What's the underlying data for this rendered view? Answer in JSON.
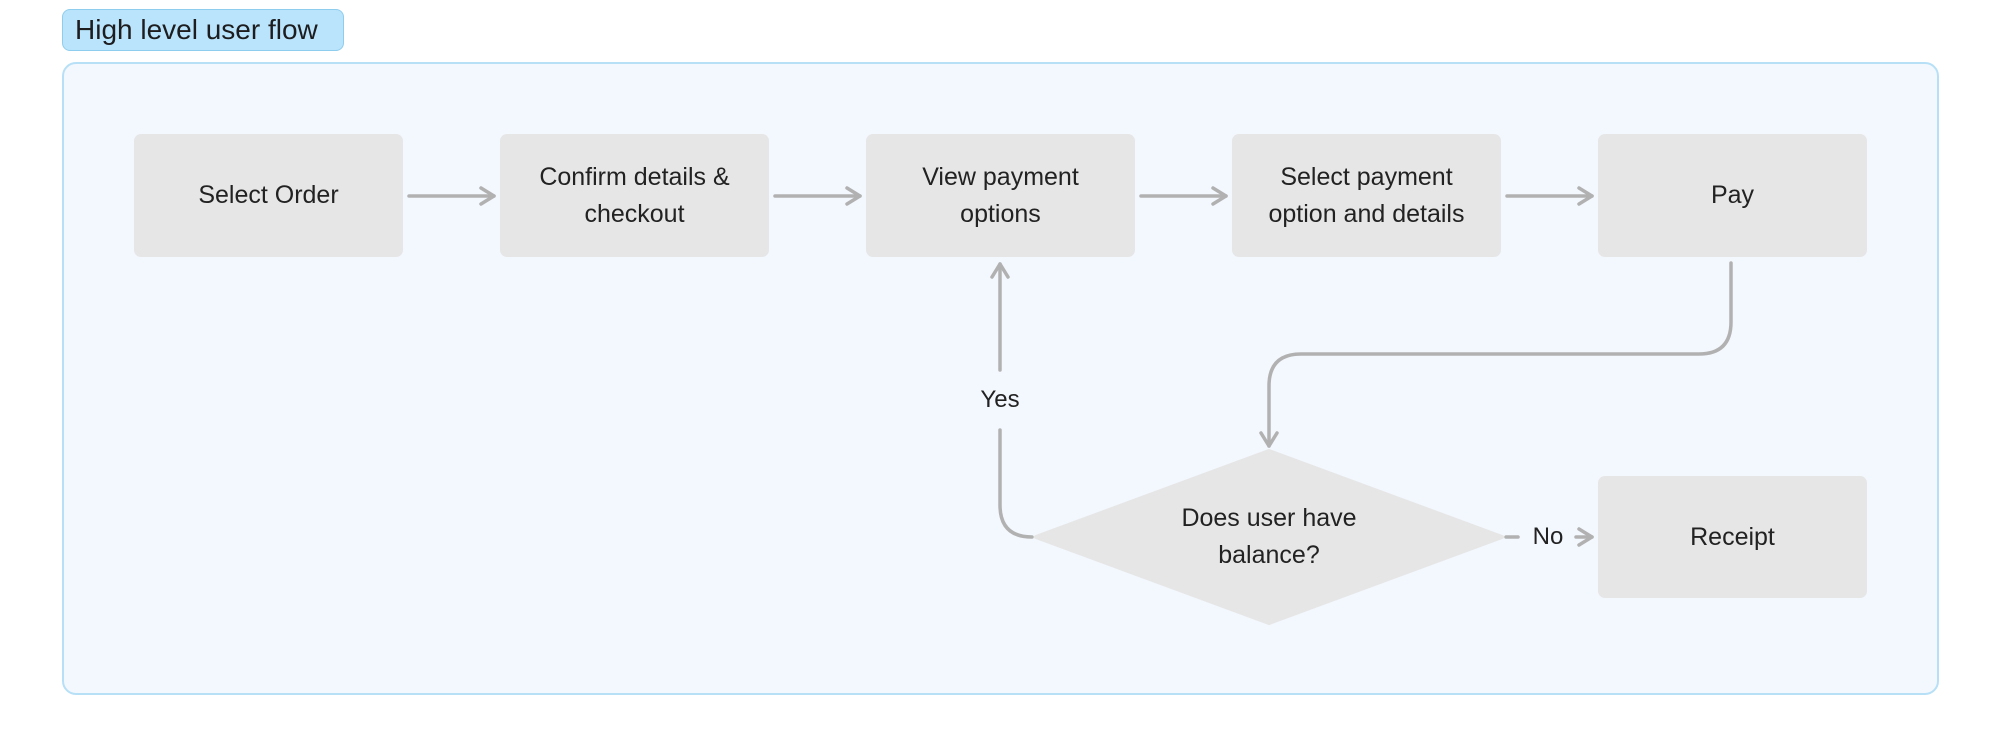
{
  "frame": {
    "label": "High level user flow"
  },
  "nodes": {
    "select_order": "Select Order",
    "confirm_details": "Confirm details &\ncheckout",
    "view_payment": "View payment\noptions",
    "select_payment": "Select payment\noption and details",
    "pay": "Pay",
    "balance_decision": "Does user have\nbalance?",
    "receipt": "Receipt"
  },
  "edges": {
    "yes_label": "Yes",
    "no_label": "No"
  },
  "colors": {
    "frame_fill": "#f3f8fe",
    "frame_border": "#b7e0f7",
    "label_fill": "#b9e4fb",
    "node_fill": "#e6e6e6",
    "connector": "#b1b1b1"
  }
}
